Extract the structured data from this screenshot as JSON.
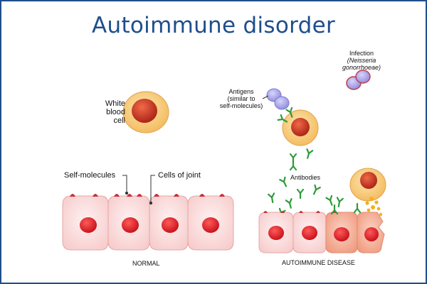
{
  "title": "Autoimmune disorder",
  "labels": {
    "white_blood_cell": [
      "White",
      "blood",
      "cell"
    ],
    "self_molecules": "Self-molecules",
    "cells_of_joint": "Cells of joint",
    "normal": "NORMAL",
    "antigens": [
      "Antigens",
      "(similar to",
      "self-molecules)"
    ],
    "infection": [
      "Infection",
      "(Neisseria",
      "gonorrhoeae)"
    ],
    "antibodies": "Antibodies",
    "autoimmune_disease": "AUTOIMMUNE DISEASE"
  },
  "colors": {
    "title": "#1f4e8c",
    "wbc_body": "#f7c97a",
    "wbc_nucleus": "#c8321f",
    "joint_cell": "#fbd9d9",
    "nucleus": "#e0141e",
    "antigen": "#a9a6e8",
    "antibody": "#2e9a3a",
    "damaged_cell": "#f4a48c"
  }
}
